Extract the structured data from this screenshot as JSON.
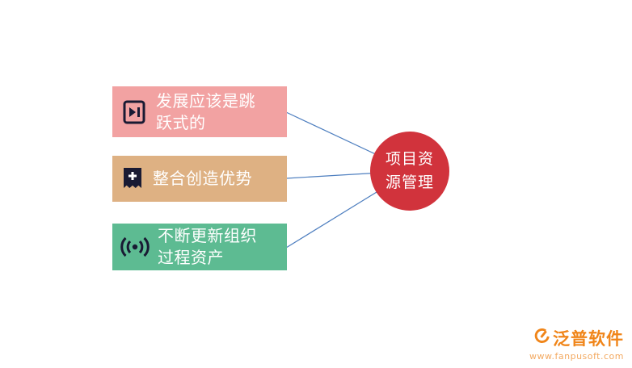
{
  "diagram": {
    "boxes": [
      {
        "label": "发展应该是跳跃式的",
        "color": "#f2a2a2",
        "icon": "door-arrow-icon"
      },
      {
        "label": "整合创造优势",
        "color": "#deb183",
        "icon": "receipt-plus-icon"
      },
      {
        "label": "不断更新组织过程资产",
        "color": "#5dbb92",
        "icon": "broadcast-icon"
      }
    ],
    "center": {
      "label": "项目资源管理",
      "color": "#d1333c"
    },
    "connector_color": "#4d7ebf"
  },
  "watermark": {
    "brand": "泛普软件",
    "url": "www.fanpusoft.com",
    "color": "#f08519",
    "url_color": "#f3aa62"
  }
}
